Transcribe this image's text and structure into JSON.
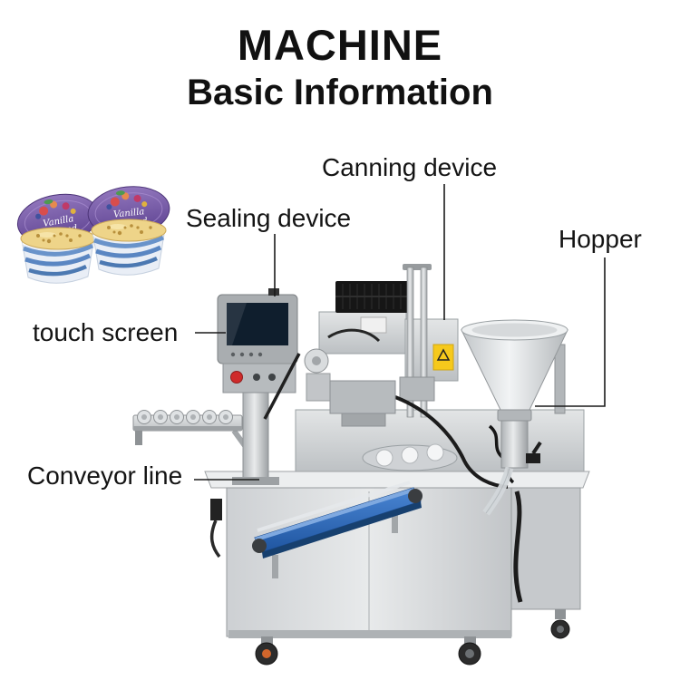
{
  "header": {
    "title": "MACHINE",
    "subtitle": "Basic Information"
  },
  "callouts": {
    "canning": {
      "label": "Canning device"
    },
    "sealing": {
      "label": "Sealing device"
    },
    "hopper": {
      "label": "Hopper"
    },
    "touch_screen": {
      "label": "touch screen"
    },
    "conveyor": {
      "label": "Conveyor line"
    }
  },
  "cups": {
    "flavor_line1": "Vanilla",
    "flavor_line2": "Almond"
  },
  "colors": {
    "heading_text": "#111111",
    "label_text": "#141414",
    "callout_line": "#1a1a1a",
    "belt_blue": "#2f6fc0",
    "lid_purple": "#6f51a3",
    "topping_yellow": "#eed489",
    "machine_metal": "#cdd0d3",
    "warning_sticker_yellow": "#f6c91c",
    "emergency_button_red": "#cf2b2b",
    "background": "#ffffff"
  }
}
